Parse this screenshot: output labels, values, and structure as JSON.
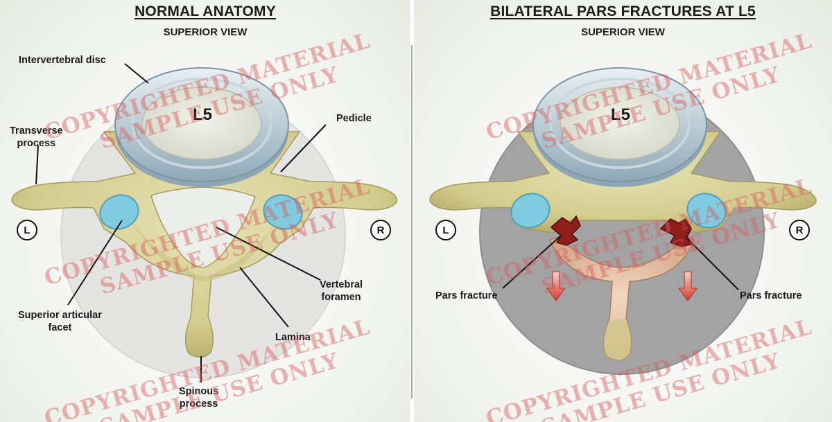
{
  "normal": {
    "title": "NORMAL ANATOMY",
    "subtitle": "SUPERIOR VIEW",
    "level": "L5",
    "side_left": "L",
    "side_right": "R",
    "labels": {
      "intervertebral_disc": "Intervertebral disc",
      "transverse_process": "Transverse\nprocess",
      "pedicle": "Pedicle",
      "superior_articular_facet": "Superior articular\nfacet",
      "vertebral_foramen": "Vertebral\nforamen",
      "lamina": "Lamina",
      "spinous_process": "Spinous\nprocess"
    }
  },
  "fracture": {
    "title": "BILATERAL PARS FRACTURES AT L5",
    "subtitle": "SUPERIOR VIEW",
    "level": "L5",
    "side_left": "L",
    "side_right": "R",
    "labels": {
      "pars_fracture_left": "Pars fracture",
      "pars_fracture_right": "Pars fracture"
    }
  },
  "watermark": {
    "line1": "COPYRIGHTED MATERIAL",
    "line2": "SAMPLE USE ONLY"
  },
  "colors": {
    "bone": "#d9d39a",
    "bone_shadow": "#b7ae6d",
    "disc_ring": "#b9cdd6",
    "disc_center": "#e6e6dc",
    "facet_cartilage": "#7fcbe0",
    "fracture_red": "#8f1f1a",
    "arrow_red": "#d33a2c",
    "backdrop_normal": "#e3e4e1",
    "backdrop_fracture": "#a2a2a3",
    "watermark": "#d65a5a"
  }
}
